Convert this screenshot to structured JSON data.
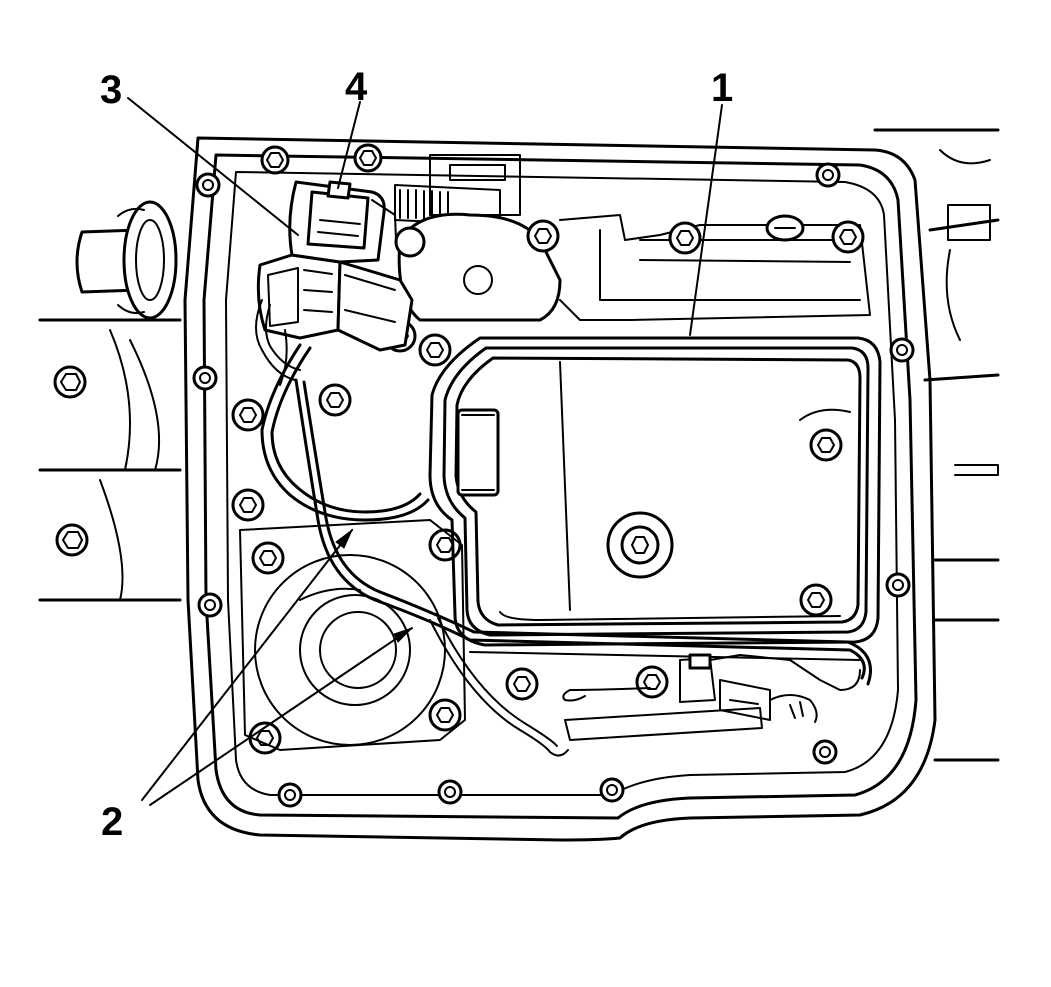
{
  "callouts": {
    "one": "1",
    "two": "2",
    "three": "3",
    "four": "4"
  },
  "colors": {
    "line": "#000000",
    "background": "#ffffff"
  }
}
